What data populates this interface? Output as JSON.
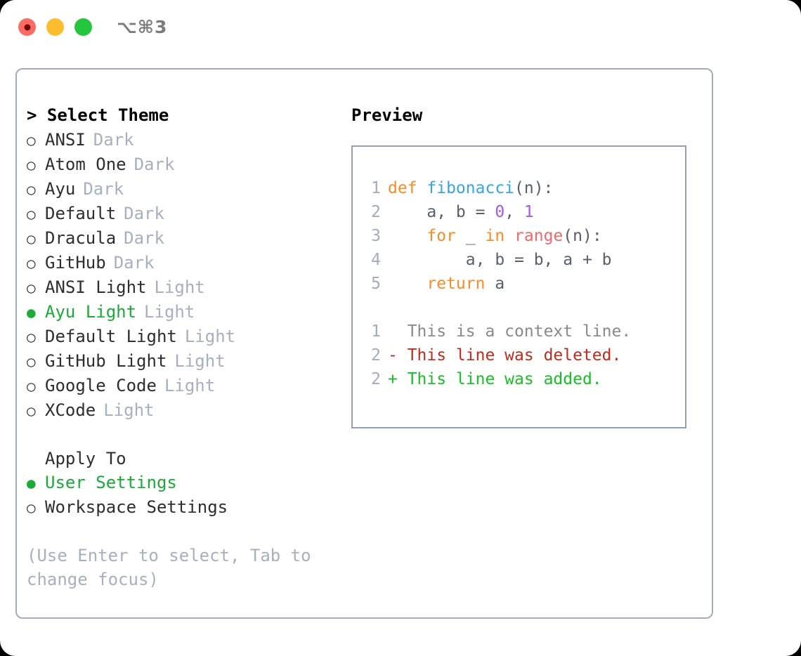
{
  "window": {
    "title": "⌥⌘3",
    "traffic_lights": [
      {
        "name": "close-dot",
        "color": "#fd6b62"
      },
      {
        "name": "minimize-dot",
        "color": "#fcbd2e"
      },
      {
        "name": "maximize-dot",
        "color": "#25c53e"
      }
    ]
  },
  "theme_list": {
    "header": "> Select Theme",
    "items": [
      {
        "marker": "○",
        "label": "ANSI",
        "badge": "Dark",
        "selected": false
      },
      {
        "marker": "○",
        "label": "Atom One",
        "badge": "Dark",
        "selected": false
      },
      {
        "marker": "○",
        "label": "Ayu",
        "badge": "Dark",
        "selected": false
      },
      {
        "marker": "○",
        "label": "Default",
        "badge": "Dark",
        "selected": false
      },
      {
        "marker": "○",
        "label": "Dracula",
        "badge": "Dark",
        "selected": false
      },
      {
        "marker": "○",
        "label": "GitHub",
        "badge": "Dark",
        "selected": false
      },
      {
        "marker": "○",
        "label": "ANSI Light",
        "badge": "Light",
        "selected": false
      },
      {
        "marker": "●",
        "label": "Ayu Light",
        "badge": "Light",
        "selected": true
      },
      {
        "marker": "○",
        "label": "Default Light",
        "badge": "Light",
        "selected": false
      },
      {
        "marker": "○",
        "label": "GitHub Light",
        "badge": "Light",
        "selected": false
      },
      {
        "marker": "○",
        "label": "Google Code",
        "badge": "Light",
        "selected": false
      },
      {
        "marker": "○",
        "label": "XCode",
        "badge": "Light",
        "selected": false
      }
    ]
  },
  "apply_to": {
    "title": "Apply To",
    "items": [
      {
        "marker": "●",
        "label": "User Settings",
        "selected": true
      },
      {
        "marker": "○",
        "label": "Workspace Settings",
        "selected": false
      }
    ]
  },
  "hint": "(Use Enter to select, Tab to change focus)",
  "preview": {
    "title": "Preview",
    "code_lines": [
      {
        "number": "1",
        "tokens": [
          {
            "text": "def ",
            "kind": "kw"
          },
          {
            "text": "fibonacci",
            "kind": "fn"
          },
          {
            "text": "(n):",
            "kind": "pl"
          }
        ]
      },
      {
        "number": "2",
        "tokens": [
          {
            "text": "    a, b = ",
            "kind": "pl"
          },
          {
            "text": "0",
            "kind": "num"
          },
          {
            "text": ", ",
            "kind": "pl"
          },
          {
            "text": "1",
            "kind": "num"
          }
        ]
      },
      {
        "number": "3",
        "tokens": [
          {
            "text": "    ",
            "kind": "pl"
          },
          {
            "text": "for",
            "kind": "kw"
          },
          {
            "text": " _ ",
            "kind": "pl"
          },
          {
            "text": "in",
            "kind": "kw"
          },
          {
            "text": " ",
            "kind": "pl"
          },
          {
            "text": "range",
            "kind": "bi"
          },
          {
            "text": "(n):",
            "kind": "pl"
          }
        ]
      },
      {
        "number": "4",
        "tokens": [
          {
            "text": "        a, b = b, a + b",
            "kind": "pl"
          }
        ]
      },
      {
        "number": "5",
        "tokens": [
          {
            "text": "    ",
            "kind": "pl"
          },
          {
            "text": "return",
            "kind": "kw"
          },
          {
            "text": " a",
            "kind": "pl"
          }
        ]
      }
    ],
    "diff_lines": [
      {
        "number": "1",
        "sign": "  ",
        "text": "This is a context line.",
        "kind": "ctx"
      },
      {
        "number": "2",
        "sign": "- ",
        "text": "This line was deleted.",
        "kind": "del"
      },
      {
        "number": "2",
        "sign": "+ ",
        "text": "This line was added.",
        "kind": "add"
      }
    ]
  },
  "colors": {
    "accent_green": "#1aab39",
    "badge_gray": "#a7b0c0",
    "border": "#a3acbd",
    "keyword": "#fb8b24",
    "function": "#36a5e8",
    "number": "#a45bda",
    "builtin": "#f4676b",
    "diff_deleted": "#c22a1e",
    "diff_added": "#16c024",
    "diff_context": "#8a8a8a"
  }
}
